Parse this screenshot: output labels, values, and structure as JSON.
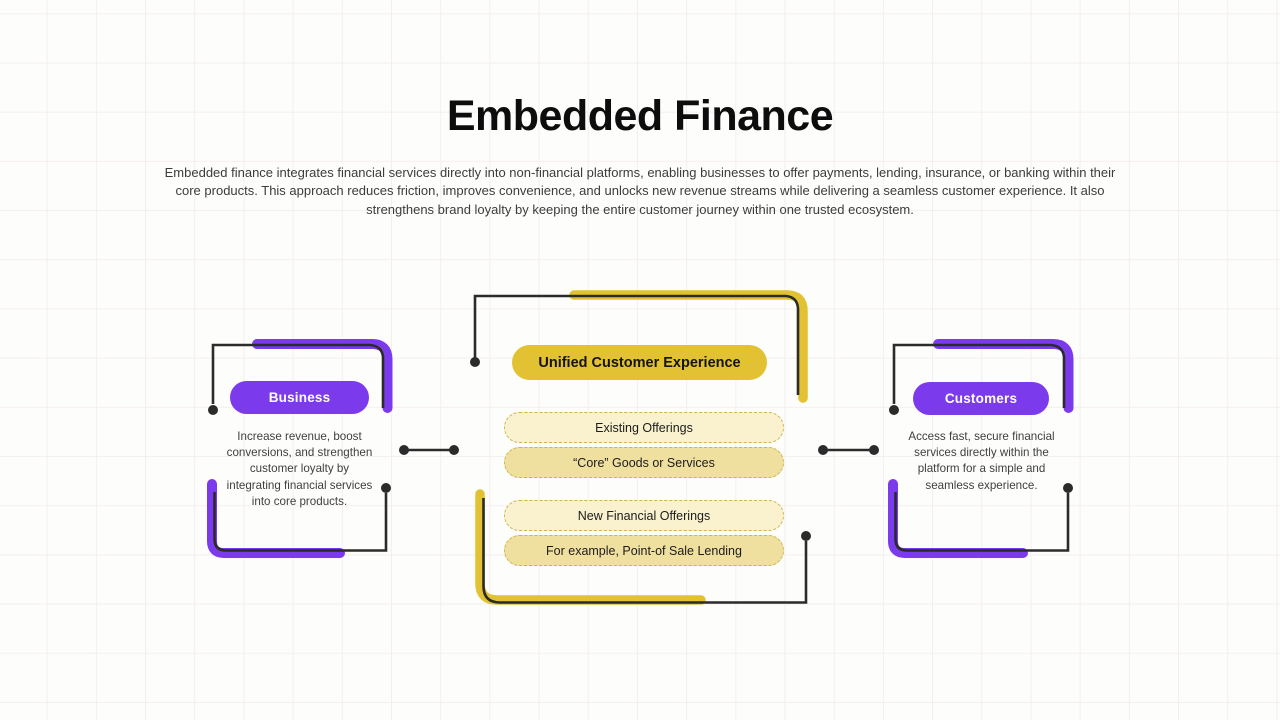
{
  "slide": {
    "title": "Embedded Finance",
    "subtitle": "Embedded finance integrates financial services directly into non-financial platforms, enabling businesses to offer payments, lending, insurance, or banking within their core products. This approach reduces friction, improves convenience, and unlocks new revenue streams while delivering a seamless customer experience. It also strengthens brand loyalty by keeping the entire customer journey within one trusted ecosystem."
  },
  "diagram": {
    "business": {
      "label": "Business",
      "description": "Increase revenue, boost conversions, and strengthen customer loyalty by integrating financial services into core products."
    },
    "center": {
      "label": "Unified Customer Experience",
      "items": [
        {
          "label": "Existing Offerings"
        },
        {
          "label": "“Core” Goods or Services"
        },
        {
          "label": "New Financial Offerings"
        },
        {
          "label": "For example, Point-of Sale Lending"
        }
      ]
    },
    "customers": {
      "label": "Customers",
      "description": "Access fast, secure financial services directly within the platform for a simple and seamless experience."
    }
  },
  "colors": {
    "purple": "#7c3aed",
    "yellow": "#e2c233",
    "yellow_light": "#faf2cf",
    "yellow_mid": "#f0e0a0",
    "dashed_border": "#ccb551",
    "connector_line": "#2b2b2b",
    "title_text": "#0d0d0d",
    "body_text": "#3c3c3c",
    "background": "#fdfdfc",
    "grid_line": "#f4efee"
  }
}
